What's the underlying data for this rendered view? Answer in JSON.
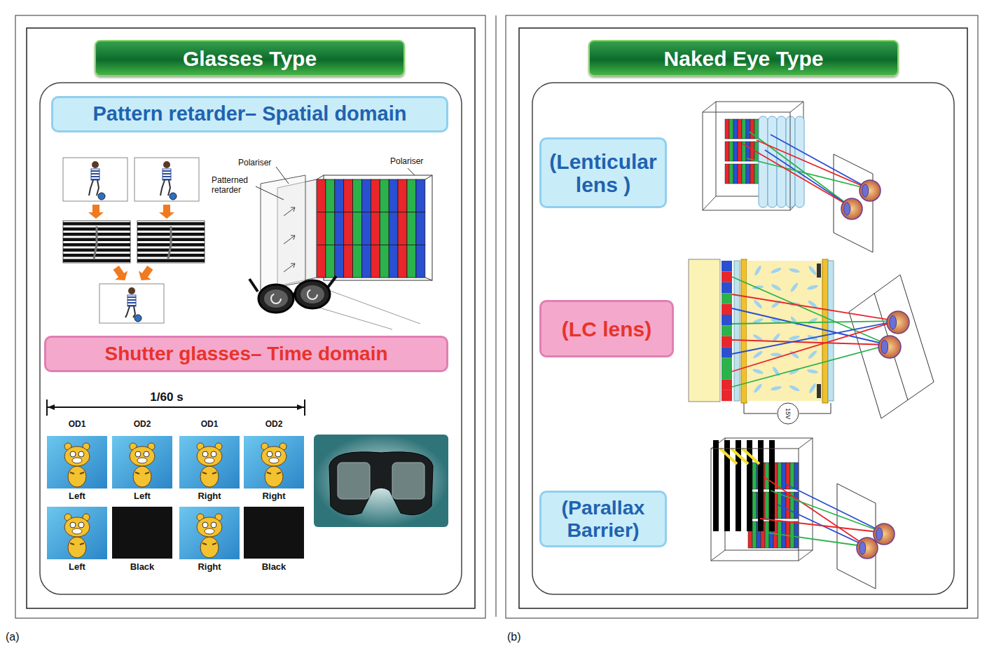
{
  "diagram": {
    "nodes": [
      {
        "text": [
          "Glasses Type"
        ]
      },
      {
        "text": [
          "Pattern retarder– Spatial domain"
        ]
      },
      {
        "text": [
          "Shutter glasses– Time domain"
        ]
      },
      {
        "text": [
          "Naked Eye Type"
        ]
      },
      {
        "text": [
          "(Lenticular lens )"
        ]
      },
      {
        "text": [
          "(LC lens)"
        ]
      },
      {
        "text": [
          "(Parallax Barrier)"
        ]
      }
    ],
    "labels": [
      "Polariser",
      "Patterned retarder",
      "Polariser",
      "1/60 s",
      "OD1",
      "OD2",
      "OD1",
      "OD2",
      "Left",
      "Left",
      "Right",
      "Right",
      "Left",
      "Black",
      "Right",
      "Black",
      "15V",
      "(a)",
      "(b)"
    ]
  }
}
